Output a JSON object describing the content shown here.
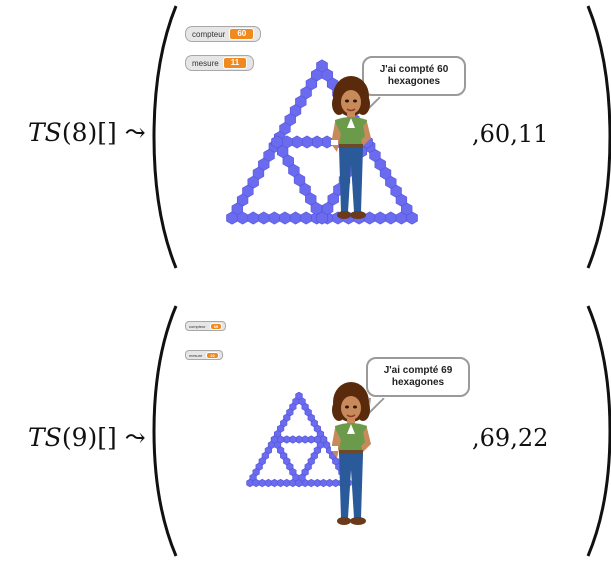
{
  "examples": [
    {
      "lhs": {
        "func": "TS",
        "arg": "(8)",
        "brackets": "[]",
        "arrow": "⤳"
      },
      "stage": {
        "watchers": [
          {
            "label": "compteur",
            "value": "60"
          },
          {
            "label": "mesure",
            "value": "11"
          }
        ],
        "speech": {
          "line1": "J'ai compté 60",
          "line2": "hexagones"
        }
      },
      "rhs": {
        "count": "60",
        "measure": "11"
      }
    },
    {
      "lhs": {
        "func": "TS",
        "arg": "(9)",
        "brackets": "[]",
        "arrow": "⤳"
      },
      "stage": {
        "watchers": [
          {
            "label": "compteur",
            "value": "69"
          },
          {
            "label": "mesure",
            "value": "22"
          }
        ],
        "speech": {
          "line1": "J'ai compté 69",
          "line2": "hexagones"
        }
      },
      "rhs": {
        "count": "69",
        "measure": "22"
      }
    }
  ],
  "colors": {
    "hexagon": "#6b6bf0",
    "hexagon_edge": "#5555d8",
    "watcher_value": "#f08a1e",
    "watcher_bg": "#e6e6e6"
  }
}
